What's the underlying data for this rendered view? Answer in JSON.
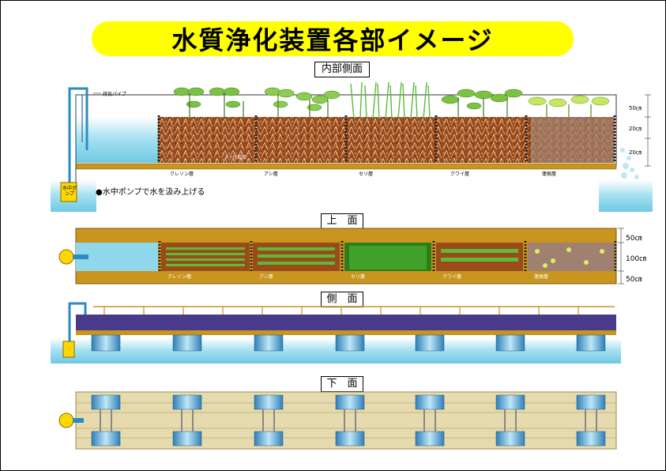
{
  "title": "水質浄化装置各部イメージ",
  "sections": {
    "interior": "内部側面",
    "top": "上　面",
    "side": "側　面",
    "bottom": "下　面"
  },
  "labels": {
    "exhaust_pipe": "排気パイプ",
    "pump": "水中ポンプ",
    "pump_note": "●水中ポンプで水を汲み上げる",
    "cap_tag": "ﾎﾞｯｸｽ部品"
  },
  "beds": [
    "クレソン層",
    "アシ層",
    "セリ層",
    "クワイ層",
    "蓮根層"
  ],
  "dimensions": {
    "side": [
      "50㎝",
      "20㎝",
      "20㎝"
    ],
    "top": [
      "50㎝",
      "100㎝",
      "50㎝"
    ]
  },
  "colors": {
    "title_bg": "#ffff00",
    "water": "#8fd8ec",
    "soil": "#9b4a1a",
    "frame": "#c8951e",
    "purple": "#4a3a8c",
    "plank": "#e6dbae"
  }
}
